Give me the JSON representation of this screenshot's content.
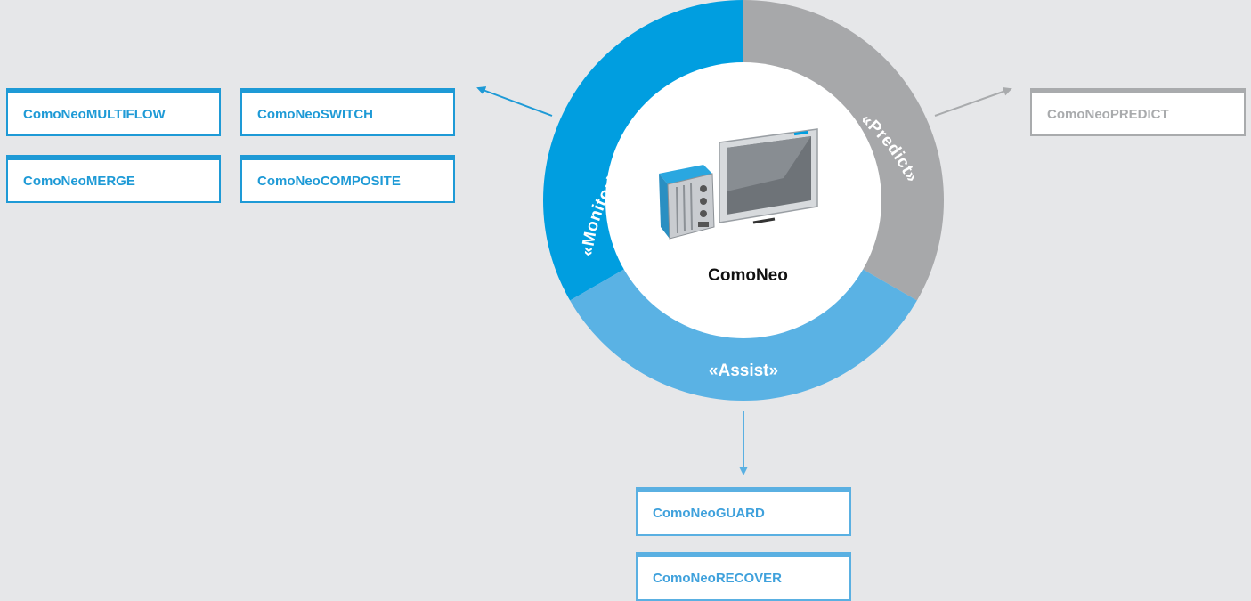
{
  "center": {
    "label": "ComoNeo"
  },
  "segments": {
    "monitoring": {
      "label": "«Monitoring and Control»",
      "color": "#009ee0"
    },
    "predict": {
      "label": "«Predict»",
      "color": "#a7a8aa"
    },
    "assist": {
      "label": "«Assist»",
      "color": "#5ab2e4"
    }
  },
  "modules": {
    "monitoring": [
      "ComoNeoMULTIFLOW",
      "ComoNeoSWITCH",
      "ComoNeoMERGE",
      "ComoNeoCOMPOSITE"
    ],
    "predict": [
      "ComoNeoPREDICT"
    ],
    "assist": [
      "ComoNeoGUARD",
      "ComoNeoRECOVER"
    ]
  }
}
